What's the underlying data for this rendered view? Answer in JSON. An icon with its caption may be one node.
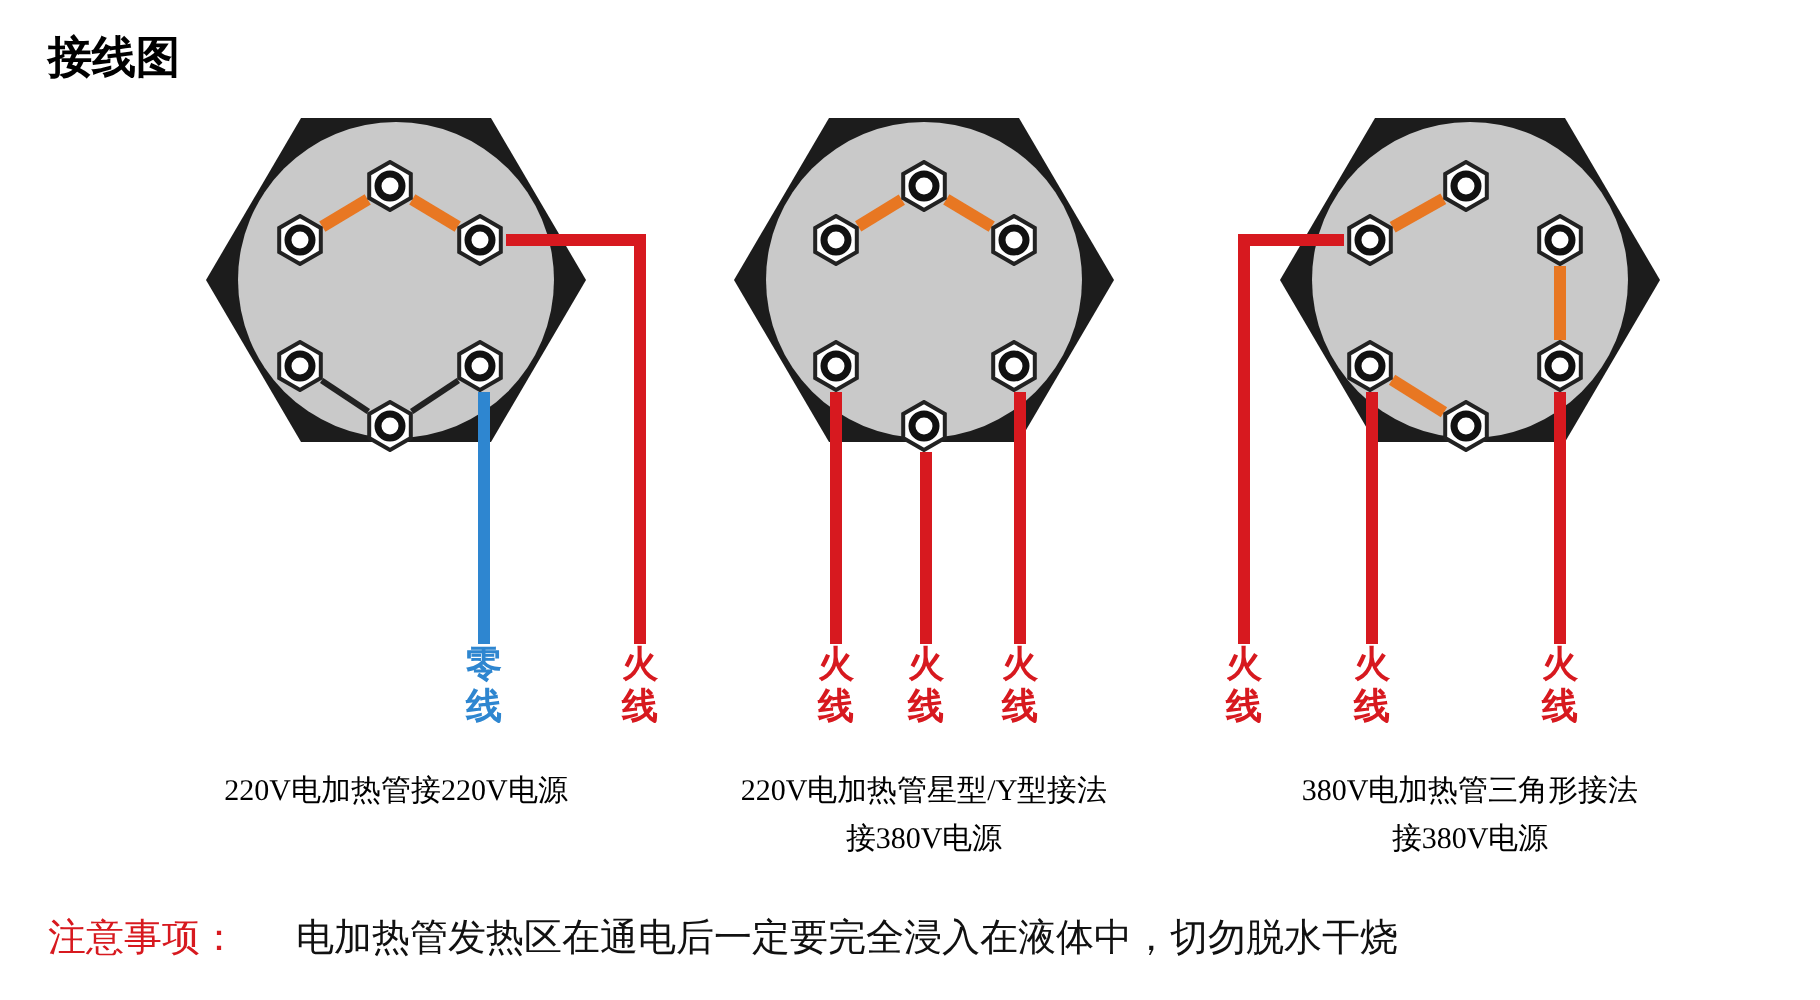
{
  "diagram": {
    "title": "接线图",
    "nodes": [
      {
        "text": [],
        "shape": "hexagon"
      },
      {
        "text": [],
        "shape": "circle",
        "in": 0
      },
      {
        "text": [],
        "shape": "circle",
        "in": 0
      },
      {
        "text": [],
        "shape": "circle",
        "in": 0
      },
      {
        "text": [],
        "shape": "circle",
        "in": 0
      },
      {
        "text": [],
        "shape": "circle",
        "in": 0
      },
      {
        "text": [],
        "shape": "circle",
        "in": 0
      },
      {
        "text": [],
        "shape": "hexagon"
      },
      {
        "text": [],
        "shape": "circle",
        "in": 7
      },
      {
        "text": [],
        "shape": "circle",
        "in": 7
      },
      {
        "text": [],
        "shape": "circle",
        "in": 7
      },
      {
        "text": [],
        "shape": "circle",
        "in": 7
      },
      {
        "text": [],
        "shape": "circle",
        "in": 7
      },
      {
        "text": [],
        "shape": "circle",
        "in": 7
      },
      {
        "text": [],
        "shape": "hexagon"
      },
      {
        "text": [],
        "shape": "circle",
        "in": 14
      },
      {
        "text": [],
        "shape": "circle",
        "in": 14
      },
      {
        "text": [],
        "shape": "circle",
        "in": 14
      },
      {
        "text": [],
        "shape": "circle",
        "in": 14
      },
      {
        "text": [],
        "shape": "circle",
        "in": 14
      },
      {
        "text": [],
        "shape": "circle",
        "in": 14
      },
      {
        "text": [
          "零线"
        ]
      },
      {
        "text": [
          "火线"
        ]
      },
      {
        "text": [
          "火线"
        ]
      },
      {
        "text": [
          "火线"
        ]
      },
      {
        "text": [
          "火线"
        ]
      },
      {
        "text": [
          "火线"
        ]
      },
      {
        "text": [
          "火线"
        ]
      },
      {
        "text": [
          "火线"
        ]
      }
    ],
    "edges": [
      {
        "from": 1,
        "to": 2,
        "arrow": "none",
        "color": "#e87722"
      },
      {
        "from": 2,
        "to": 3,
        "arrow": "none",
        "color": "#e87722"
      },
      {
        "from": 4,
        "to": 5,
        "arrow": "none",
        "color": "#222222"
      },
      {
        "from": 5,
        "to": 6,
        "arrow": "none",
        "color": "#222222"
      },
      {
        "from": 21,
        "to": 6,
        "arrow": "none",
        "color": "#2e86d0"
      },
      {
        "from": 22,
        "to": 3,
        "arrow": "none",
        "color": "#d7191f"
      },
      {
        "from": 8,
        "to": 9,
        "arrow": "none",
        "color": "#e87722"
      },
      {
        "from": 9,
        "to": 10,
        "arrow": "none",
        "color": "#e87722"
      },
      {
        "from": 23,
        "to": 11,
        "arrow": "none",
        "color": "#d7191f"
      },
      {
        "from": 24,
        "to": 12,
        "arrow": "none",
        "color": "#d7191f"
      },
      {
        "from": 25,
        "to": 13,
        "arrow": "none",
        "color": "#d7191f"
      },
      {
        "from": 15,
        "to": 16,
        "arrow": "none",
        "color": "#e87722"
      },
      {
        "from": 17,
        "to": 20,
        "arrow": "none",
        "color": "#e87722"
      },
      {
        "from": 18,
        "to": 19,
        "arrow": "none",
        "color": "#e87722"
      },
      {
        "from": 26,
        "to": 15,
        "arrow": "none",
        "color": "#d7191f"
      },
      {
        "from": 27,
        "to": 18,
        "arrow": "none",
        "color": "#d7191f"
      },
      {
        "from": 28,
        "to": 20,
        "arrow": "none",
        "color": "#d7191f"
      }
    ],
    "labels": [
      "220V电加热管接220V电源",
      "220V电加热管星型/Y型接法",
      "接380V电源",
      "380V电加热管三角形接法",
      "接380V电源",
      "注意事项：",
      "电加热管发热区在通电后一定要完全浸入在液体中，切勿脱水干烧"
    ]
  }
}
